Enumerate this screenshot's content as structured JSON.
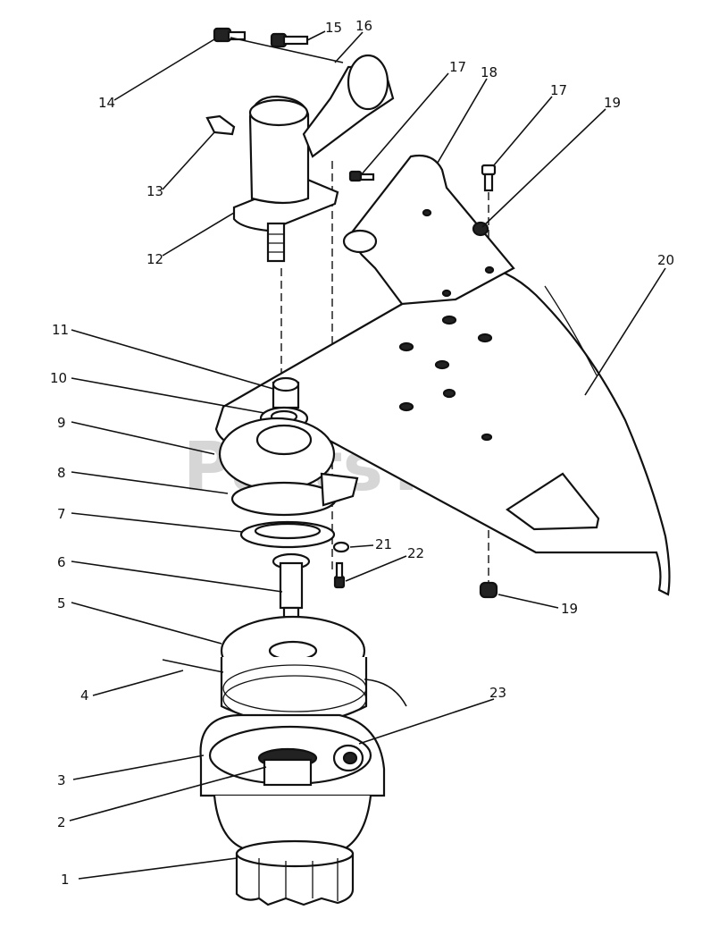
{
  "watermark": {
    "text": "PartsTree",
    "trademark": "™"
  },
  "callouts": [
    {
      "id": "c1",
      "text": "1"
    },
    {
      "id": "c2",
      "text": "2"
    },
    {
      "id": "c3",
      "text": "3"
    },
    {
      "id": "c4",
      "text": "4"
    },
    {
      "id": "c5",
      "text": "5"
    },
    {
      "id": "c6",
      "text": "6"
    },
    {
      "id": "c7",
      "text": "7"
    },
    {
      "id": "c8",
      "text": "8"
    },
    {
      "id": "c9",
      "text": "9"
    },
    {
      "id": "c10",
      "text": "10"
    },
    {
      "id": "c11",
      "text": "11"
    },
    {
      "id": "c12",
      "text": "12"
    },
    {
      "id": "c13",
      "text": "13"
    },
    {
      "id": "c14",
      "text": "14"
    },
    {
      "id": "c15",
      "text": "15"
    },
    {
      "id": "c16",
      "text": "16"
    },
    {
      "id": "c17a",
      "text": "17"
    },
    {
      "id": "c17b",
      "text": "17"
    },
    {
      "id": "c18",
      "text": "18"
    },
    {
      "id": "c19a",
      "text": "19"
    },
    {
      "id": "c19b",
      "text": "19"
    },
    {
      "id": "c20",
      "text": "20"
    },
    {
      "id": "c21",
      "text": "21"
    },
    {
      "id": "c22",
      "text": "22"
    },
    {
      "id": "c23",
      "text": "23"
    }
  ]
}
